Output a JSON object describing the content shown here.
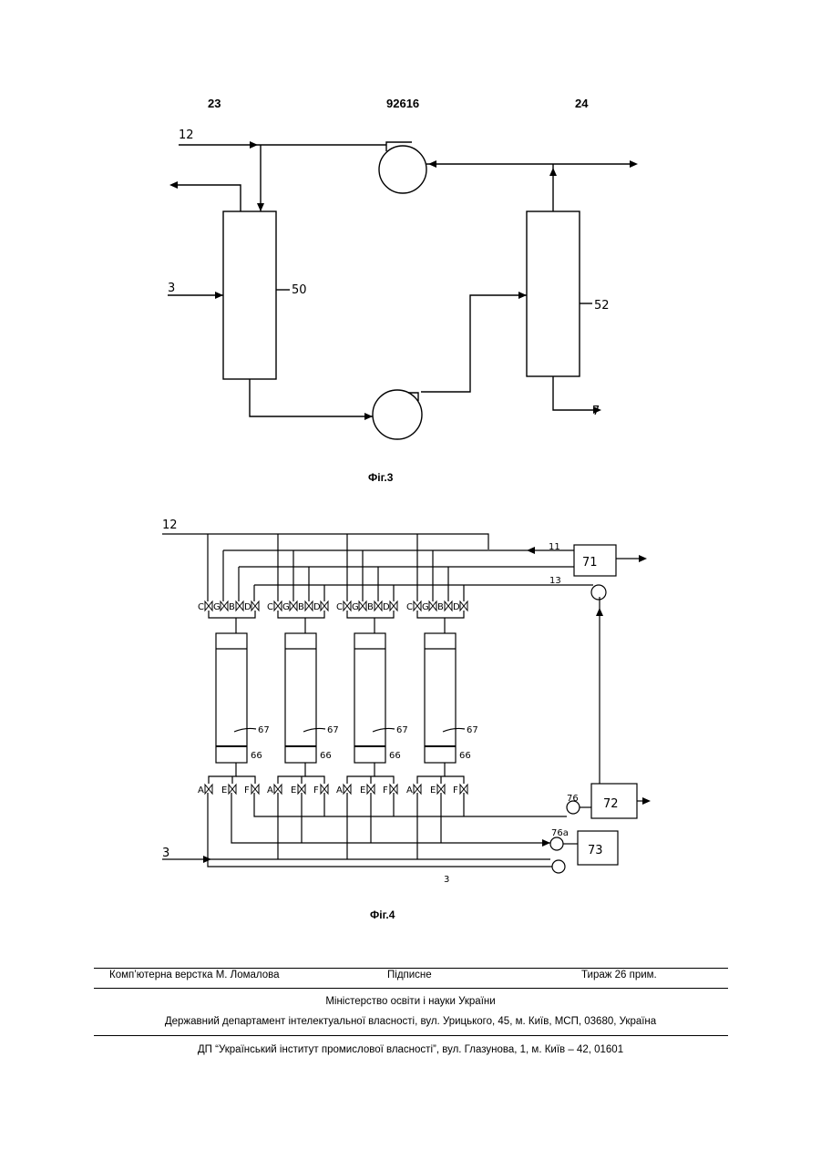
{
  "header": {
    "left_page": "23",
    "patent_number": "92616",
    "right_page": "24"
  },
  "figure3": {
    "caption": "Фіг.3",
    "labels": {
      "stream_top": "12",
      "stream_feed": "3",
      "column_left": "50",
      "column_right": "52",
      "stream_bottom": "7"
    }
  },
  "figure4": {
    "caption": "Фіг.4",
    "labels": {
      "stream_top": "12",
      "stream_11": "11",
      "stream_13": "13",
      "stream_feed": "3",
      "stream_feed_bottom": "3",
      "box_71": "71",
      "box_72": "72",
      "box_73": "73",
      "pump_76": "76",
      "pump_76a": "76а",
      "column_ref": "67",
      "column_bottom_ref": "66"
    },
    "top_valve_labels": [
      "C",
      "G",
      "B",
      "D"
    ],
    "bottom_valve_labels": [
      "A",
      "E",
      "F"
    ]
  },
  "footer": {
    "layout": "Комп’ютерна верстка М. Ломалова",
    "signed": "Підписне",
    "circulation": "Тираж 26 прим.",
    "ministry": "Міністерство освіти і науки України",
    "department": "Державний департамент інтелектуальної власності, вул. Урицького, 45, м. Київ, МСП, 03680, Україна",
    "institute": "ДП “Український інститут промислової власності”, вул. Глазунова, 1, м. Київ – 42, 01601"
  }
}
